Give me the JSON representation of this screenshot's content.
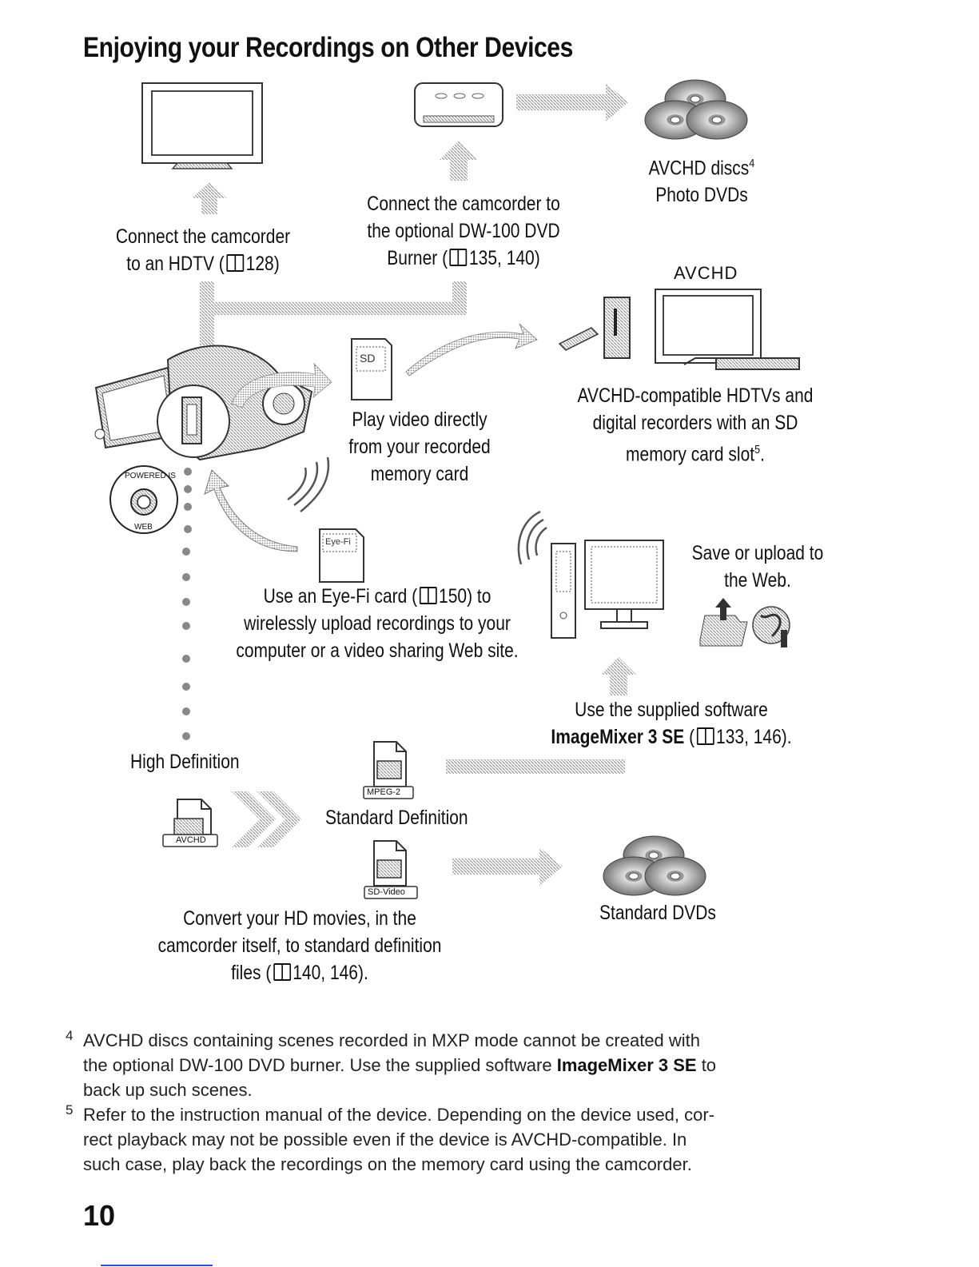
{
  "page": {
    "title": "Enjoying your Recordings on Other Devices",
    "page_number": "10"
  },
  "captions": {
    "hdtv": [
      "Connect the camcorder",
      "to an HDTV (",
      "128)"
    ],
    "burner": [
      "Connect the camcorder to",
      "the optional DW-100 DVD",
      "Burner (",
      "135, 140)"
    ],
    "discs": [
      "AVCHD discs",
      "4",
      "Photo DVDs"
    ],
    "avchd_logo": "AVCHD",
    "play": [
      "Play video directly",
      "from your recorded",
      "memory card"
    ],
    "compatible": [
      "AVCHD-compatible HDTVs and",
      "digital recorders with an SD",
      "memory card slot",
      "5",
      "."
    ],
    "eyefi": [
      "Use an Eye-Fi card (",
      "150) to",
      "wirelessly upload recordings to your",
      "computer or a video sharing Web site."
    ],
    "web": [
      "Save or upload to",
      "the Web."
    ],
    "software": [
      "Use the supplied software",
      "ImageMixer 3 SE",
      " (",
      "133, 146)."
    ],
    "hd": "High Definition",
    "sd": "Standard Definition",
    "std_dvds": "Standard DVDs",
    "convert": [
      "Convert your HD movies, in the",
      "camcorder itself, to standard definition",
      "files (",
      "140, 146)."
    ],
    "file_labels": [
      "MPEG-2",
      "AVCHD",
      "SD-Video"
    ],
    "sd_card_label": "SD",
    "eyefi_card_label": "Eye-Fi",
    "powered_by": [
      "POWERED IS",
      "WEB"
    ]
  },
  "footnotes": [
    {
      "num": "4",
      "lines": [
        "AVCHD discs containing scenes recorded in MXP mode cannot be created with",
        "the optional DW-100 DVD burner. Use the supplied software ",
        "ImageMixer 3 SE",
        " to",
        "back up such scenes."
      ]
    },
    {
      "num": "5",
      "lines": [
        "Refer to the instruction manual of the device. Depending on the device used, cor-",
        "rect playback may not be possible even if the device is AVCHD-compatible. In",
        "such case, play back the recordings on the memory card using the camcorder."
      ]
    }
  ]
}
